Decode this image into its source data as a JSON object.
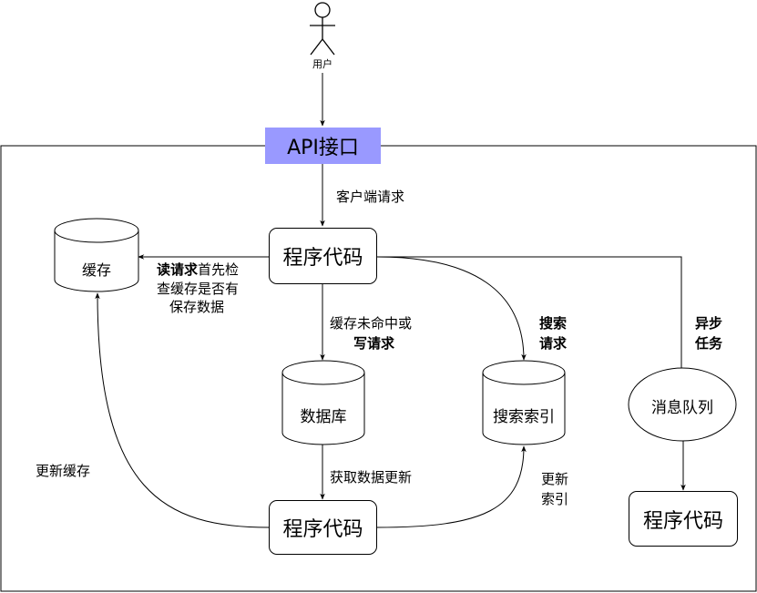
{
  "actor": {
    "label": "用户"
  },
  "api": {
    "label": "API接口"
  },
  "edges": {
    "client_request": "客户端请求",
    "read_request_bold": "读请求",
    "read_request_rest1": "首先检",
    "read_request_line2": "查缓存是否有",
    "read_request_line3": "保存数据",
    "cache_miss_line1": "缓存未命中或",
    "cache_miss_line2": "写请求",
    "search_request_line1": "搜索",
    "search_request_line2": "请求",
    "async_line1": "异步",
    "async_line2": "任务",
    "fetch_update": "获取数据更新",
    "update_index_line1": "更新",
    "update_index_line2": "索引",
    "update_cache": "更新缓存"
  },
  "nodes": {
    "code_top": "程序代码",
    "code_bottom": "程序代码",
    "code_right": "程序代码",
    "cache": "缓存",
    "database": "数据库",
    "search_index": "搜索索引",
    "message_queue": "消息队列"
  }
}
